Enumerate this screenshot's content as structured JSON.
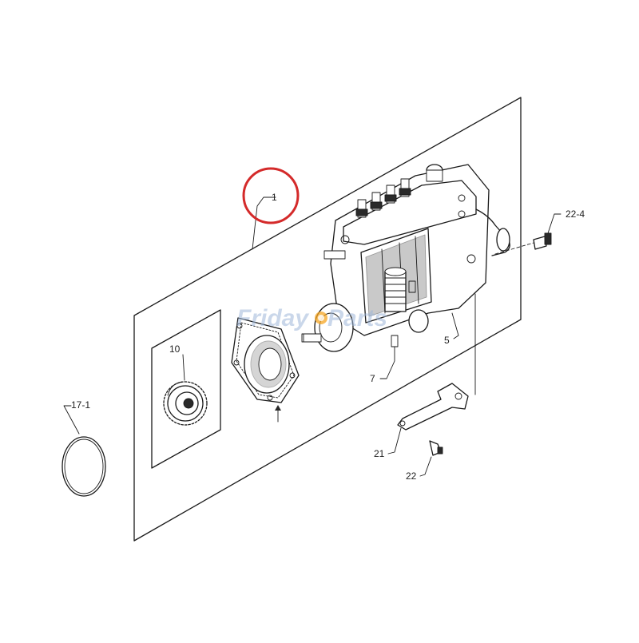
{
  "diagram": {
    "labels": {
      "assembly": "1",
      "gear": "10",
      "oring": "17-1",
      "pump": "5",
      "fitting": "7",
      "bracket": "21",
      "bolt_bracket": "22",
      "bolt_top": "22-4"
    },
    "watermark": {
      "brand": "Friday",
      "suffix": "Parts"
    },
    "colors": {
      "highlight_circle": "#d42a2a",
      "line": "#1a1a1a",
      "watermark": "#9fb8da",
      "watermark_accent": "#f5a623"
    },
    "icons": {
      "watermark_logo": "gear-sun-icon"
    }
  }
}
